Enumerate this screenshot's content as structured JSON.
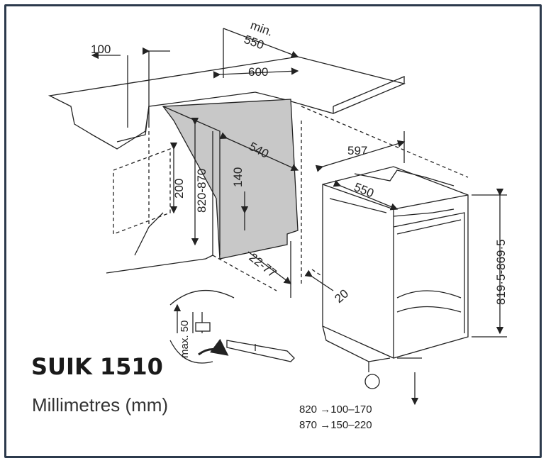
{
  "model": "SUIK 1510",
  "units": "Millimetres (mm)",
  "dimensions": {
    "d100": "100",
    "min": "min.",
    "d550_top": "550",
    "d600": "600",
    "d540": "540",
    "d597": "597",
    "d550_side": "550",
    "d140": "140",
    "d200": "200",
    "d820_870": "820-870",
    "d22_77": "22-77",
    "d20": "20",
    "d819": "819·5-869·5",
    "max50": "max. 50"
  },
  "table": {
    "row1": "820 →100–170",
    "row2": "870 →150–220"
  }
}
